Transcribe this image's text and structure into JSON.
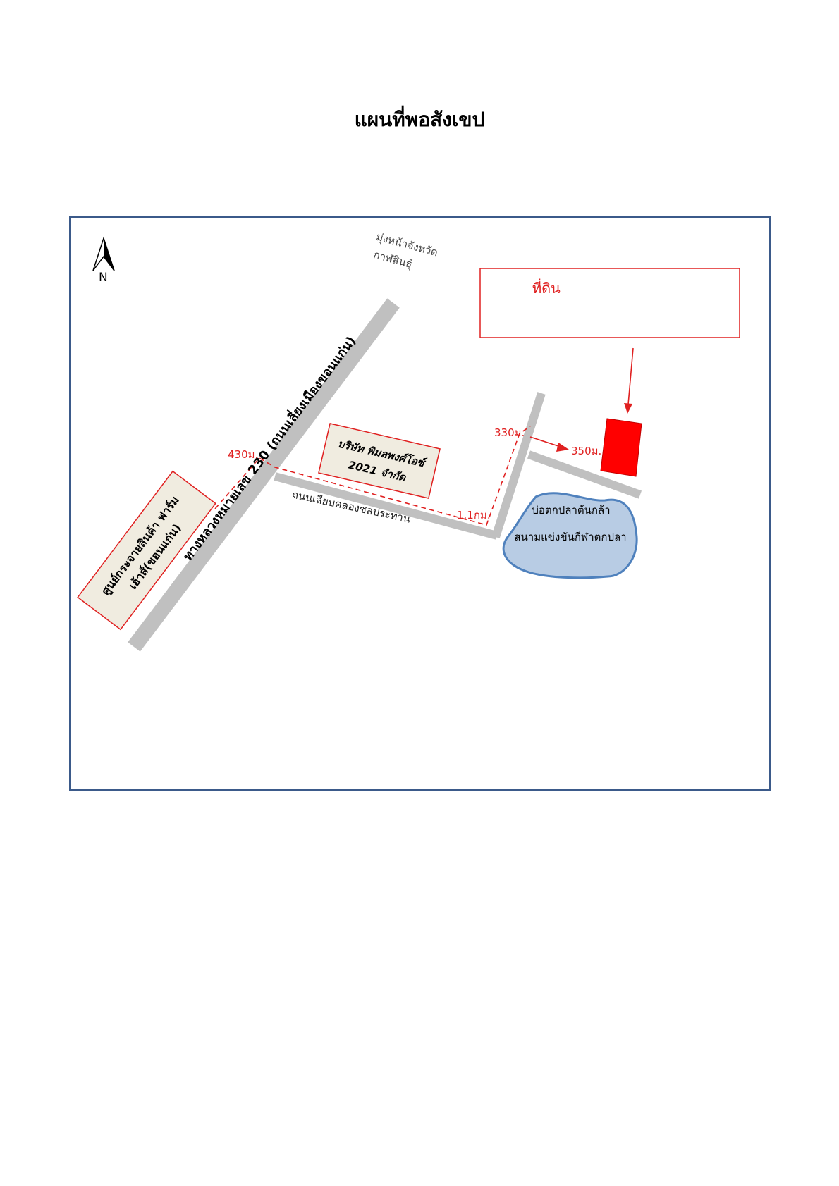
{
  "page": {
    "title": "แผนที่พอสังเขป"
  },
  "map": {
    "north_label": "N",
    "direction_note_line1": "มุ่งหน้าจังหวัด",
    "direction_note_line2": "กาฬสินธุ์",
    "site_label": "ที่ดิน",
    "highway_label": "ทางหลวงหมายเลข 230 (ถนนเลี่ยงเมืองขอนแก่น)",
    "canal_road_label": "ถนนเลียบคลองชลประทาน",
    "company_line1": "บริษัท พิมลพงศ์โอซ์",
    "company_line2": "2021 จำกัด",
    "distribution_line1": "ศูนย์กระจายสินค้า ฟาร์ม",
    "distribution_line2": "เฮ้าส์(ขอนแก่น)",
    "pond_line1": "บ่อตกปลาต้นกล้า",
    "pond_line2": "สนามแข่งขันกีฬาตกปลา",
    "distances": {
      "d430": "430ม.",
      "d330": "330ม.",
      "d350": "350ม.",
      "d1100": "1.1กม."
    },
    "colors": {
      "frame": "#3b5a8a",
      "road": "#c0c0c0",
      "marker": "#e02020",
      "site": "#ff0000",
      "pond_fill": "#b8cce4",
      "pond_stroke": "#4f81bd",
      "label_fill": "#f0ece0"
    }
  }
}
